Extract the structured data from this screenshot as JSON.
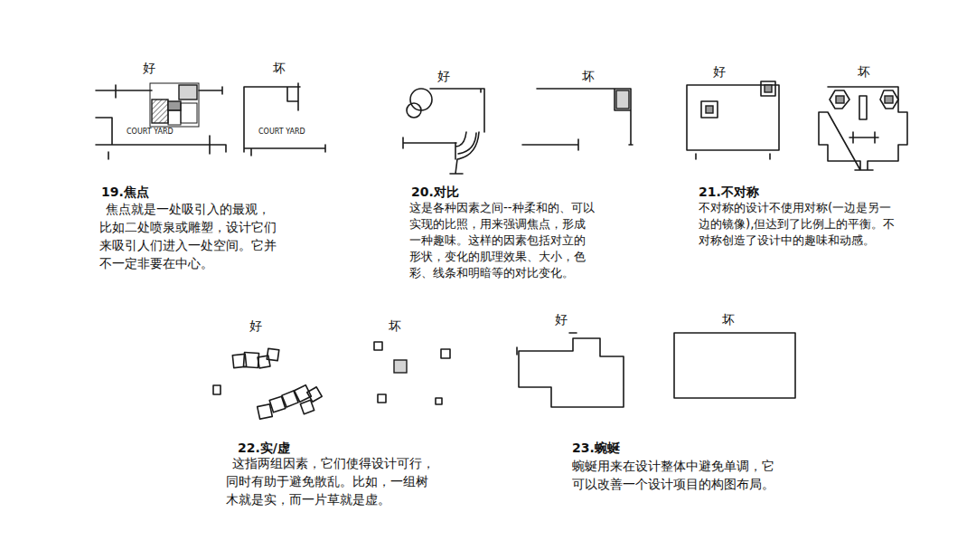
{
  "diagram": {
    "labels": [
      "好",
      "坏",
      "COURT YARD",
      "COURT YARD",
      "19.焦点",
      "焦点就是一处吸引入的最观，比如二处喷泉或雕塑，设计它们来吸引人们进入一处空间。它并不一定非要在中心。",
      "好",
      "坏",
      "20.对比",
      "这是各种因素之间--种柔和的、可以实现的比照，用来强调焦点，形成一种趣味。这样的因素包括对立的形状，变化的肌理效果、大小，色彩、线条和明暗等的对比变化。",
      "好",
      "坏",
      "21.不对称",
      "不对称的设计不使用对称(一边是另一边的镜像),但达到了比例上的平衡。不对称创造了设计中的趣味和动感。",
      "好",
      "坏",
      "22.实/虚",
      "这指两组因素，它们使得设计可行，同时有助于避免散乱。比如，一组树木就是实，而一片草就是虚。",
      "好",
      "坏",
      "23.蜿蜒",
      "蜿蜒用来在设计整体中避免单调，它可以改善一个设计项目的构图布局。"
    ]
  }
}
